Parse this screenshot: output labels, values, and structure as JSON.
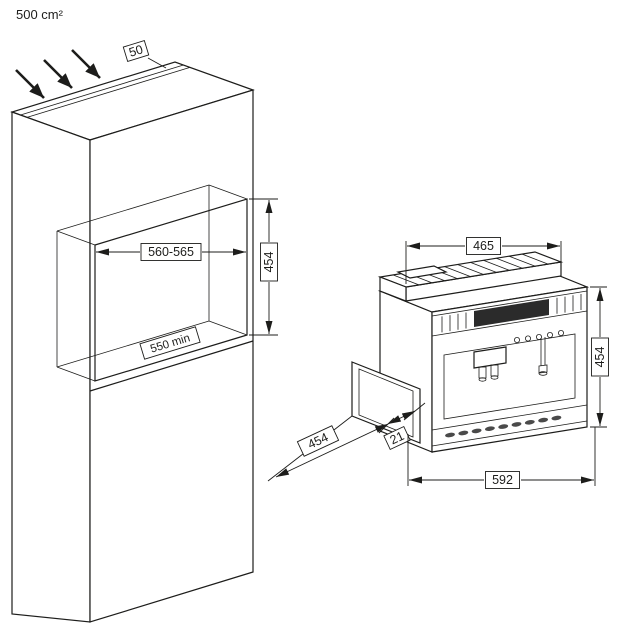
{
  "meta": {
    "background": "#ffffff",
    "line_color": "#1d1d1b",
    "display_color": "#2b2b2b"
  },
  "cabinet": {
    "vent_area_label": "500 cm²",
    "top_gap": "50",
    "niche_width": "560-565",
    "niche_height": "454",
    "niche_depth": "550 min"
  },
  "appliance": {
    "top_width": "465",
    "height": "454",
    "depth": "454",
    "frame_gap": "21",
    "overall_width": "592"
  }
}
